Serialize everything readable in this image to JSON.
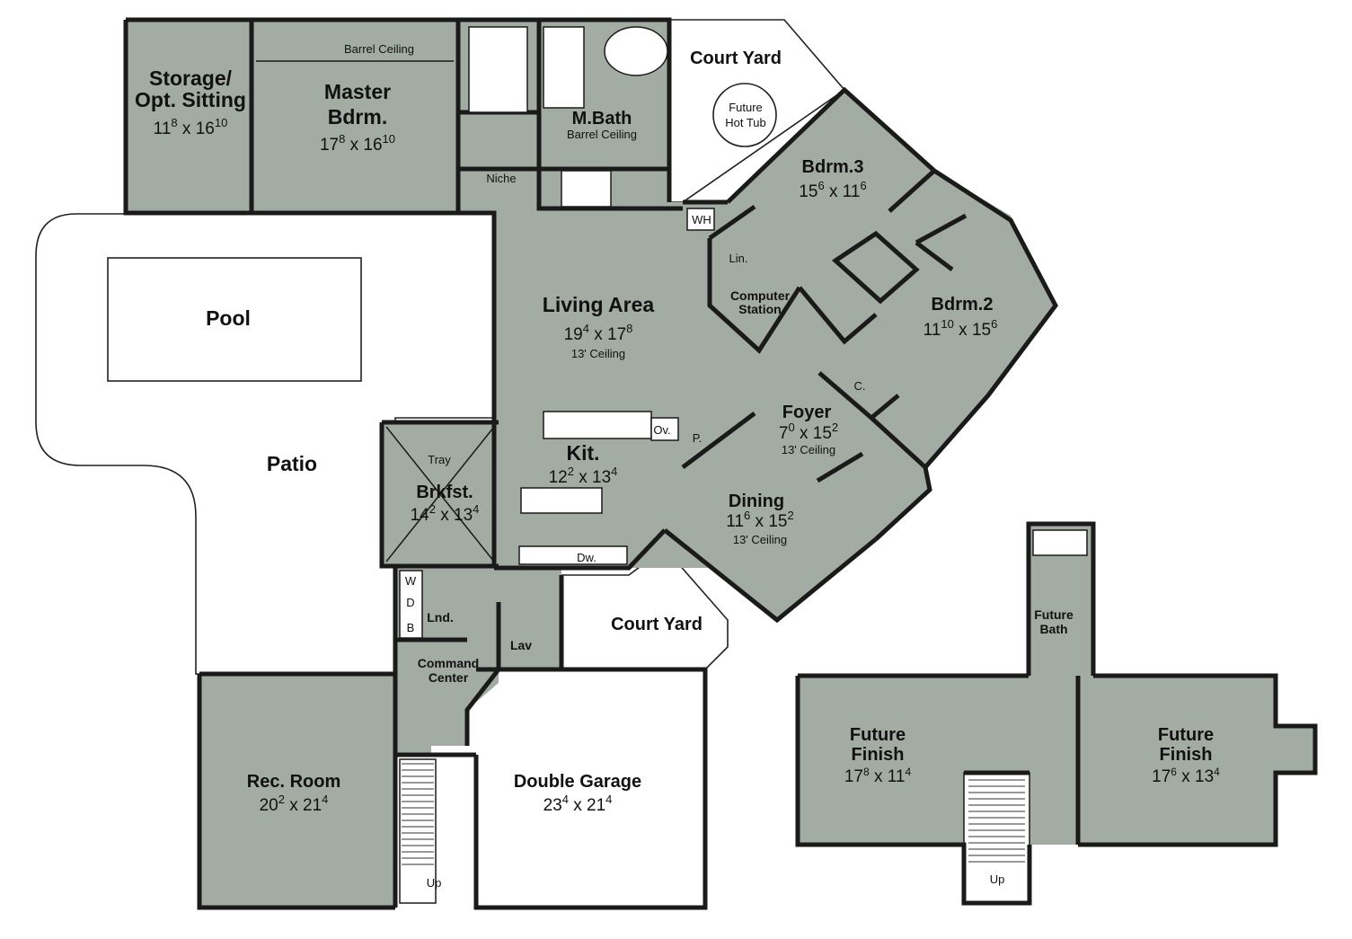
{
  "rooms": {
    "storage": {
      "line1": "Storage/",
      "line2": "Opt. Sitting",
      "dim_a": "11",
      "dim_a_sup": "8",
      "dim_b": "16",
      "dim_b_sup": "10"
    },
    "master": {
      "line1": "Master",
      "line2": "Bdrm.",
      "note": "Barrel Ceiling",
      "dim_a": "17",
      "dim_a_sup": "8",
      "dim_b": "16",
      "dim_b_sup": "10"
    },
    "mbath": {
      "name": "M.Bath",
      "note": "Barrel Ceiling"
    },
    "niche": {
      "name": "Niche"
    },
    "court_top": {
      "name": "Court Yard"
    },
    "hot_tub": {
      "line1": "Future",
      "line2": "Hot Tub"
    },
    "bdrm3": {
      "name": "Bdrm.3",
      "dim_a": "15",
      "dim_a_sup": "6",
      "dim_b": "11",
      "dim_b_sup": "6"
    },
    "bdrm2": {
      "name": "Bdrm.2",
      "dim_a": "11",
      "dim_a_sup": "10",
      "dim_b": "15",
      "dim_b_sup": "6"
    },
    "wh": {
      "name": "WH"
    },
    "lin": {
      "name": "Lin."
    },
    "computer": {
      "line1": "Computer",
      "line2": "Station"
    },
    "pool": {
      "name": "Pool"
    },
    "living": {
      "name": "Living Area",
      "dim_a": "19",
      "dim_a_sup": "4",
      "dim_b": "17",
      "dim_b_sup": "8",
      "note": "13' Ceiling"
    },
    "closet": {
      "name": "C."
    },
    "foyer": {
      "name": "Foyer",
      "dim_a": "7",
      "dim_a_sup": "0",
      "dim_b": "15",
      "dim_b_sup": "2",
      "note": "13' Ceiling"
    },
    "patio": {
      "name": "Patio"
    },
    "kitchen": {
      "name": "Kit.",
      "dim_a": "12",
      "dim_a_sup": "2",
      "dim_b": "13",
      "dim_b_sup": "4",
      "oven": "Ov.",
      "pantry": "P.",
      "dishwasher": "Dw."
    },
    "brkfst": {
      "name": "Brkfst.",
      "note": "Tray",
      "dim_a": "14",
      "dim_a_sup": "2",
      "dim_b": "13",
      "dim_b_sup": "4"
    },
    "dining": {
      "name": "Dining",
      "dim_a": "11",
      "dim_a_sup": "6",
      "dim_b": "15",
      "dim_b_sup": "2",
      "note": "13' Ceiling"
    },
    "laundry": {
      "name": "Lnd.",
      "w": "W",
      "d": "D",
      "b": "B"
    },
    "court_mid": {
      "name": "Court Yard"
    },
    "lav": {
      "name": "Lav"
    },
    "command": {
      "line1": "Command",
      "line2": "Center"
    },
    "rec": {
      "name": "Rec. Room",
      "dim_a": "20",
      "dim_a_sup": "2",
      "dim_b": "21",
      "dim_b_sup": "4"
    },
    "garage": {
      "name": "Double Garage",
      "dim_a": "23",
      "dim_a_sup": "4",
      "dim_b": "21",
      "dim_b_sup": "4"
    },
    "stairs_main": {
      "label": "Up"
    },
    "future_bath": {
      "line1": "Future",
      "line2": "Bath"
    },
    "future_left": {
      "line1": "Future",
      "line2": "Finish",
      "dim_a": "17",
      "dim_a_sup": "8",
      "dim_b": "11",
      "dim_b_sup": "4"
    },
    "future_right": {
      "line1": "Future",
      "line2": "Finish",
      "dim_a": "17",
      "dim_a_sup": "6",
      "dim_b": "13",
      "dim_b_sup": "4"
    },
    "stairs_upper": {
      "label": "Up"
    }
  },
  "dim_sep": " x ",
  "colors": {
    "room_fill": "#a3aca2",
    "wall": "#1a1a1a",
    "background": "#ffffff"
  }
}
